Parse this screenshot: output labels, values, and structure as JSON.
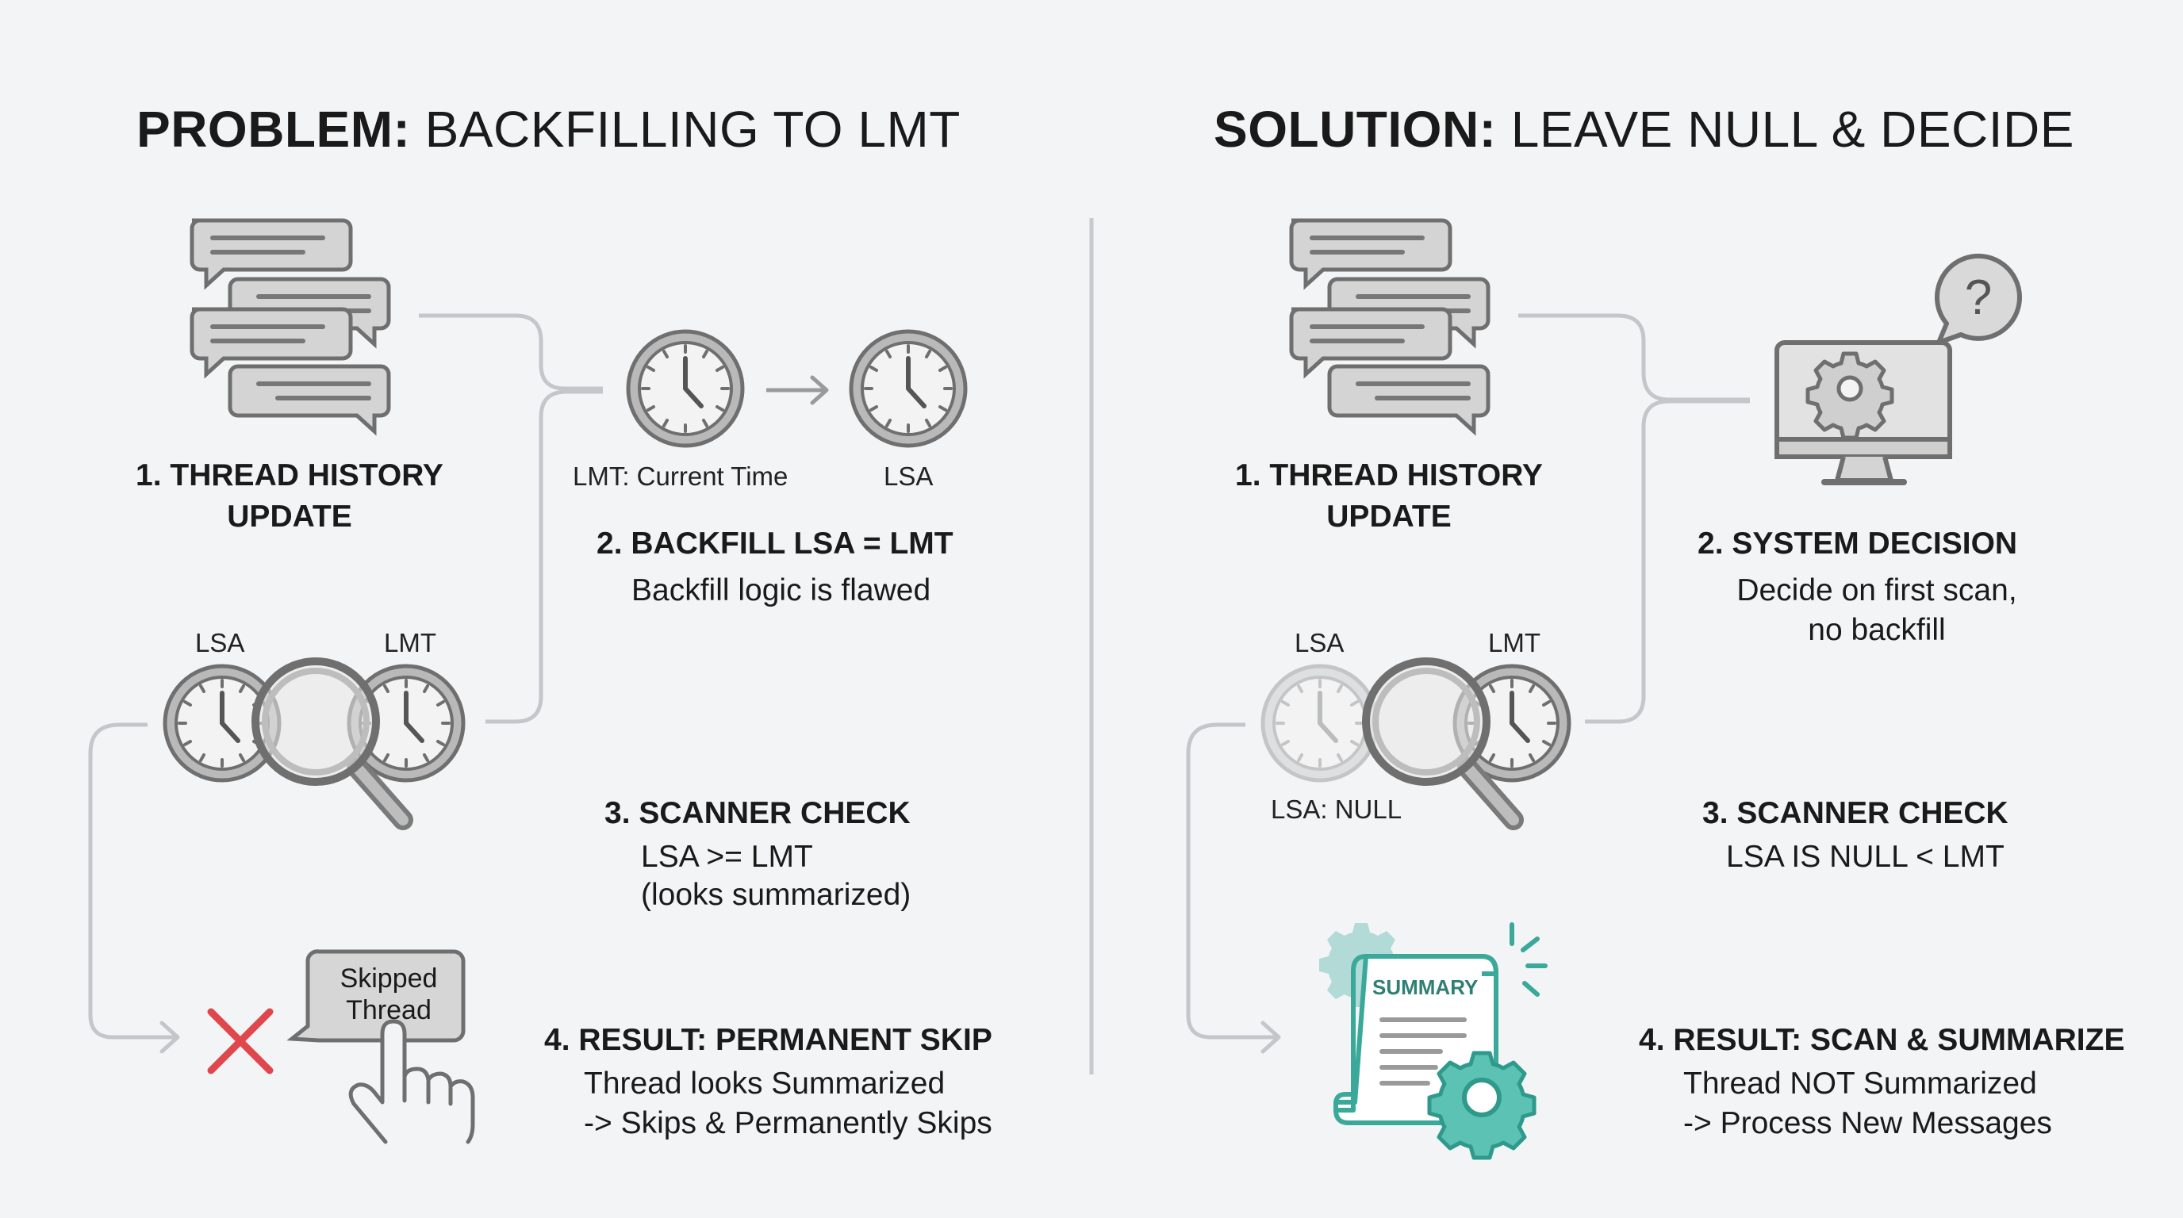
{
  "problem": {
    "title_bold": "PROBLEM:",
    "title_rest": "BACKFILLING TO LMT",
    "step1": {
      "line1": "1. THREAD HISTORY",
      "line2": "UPDATE"
    },
    "clock_labels": {
      "lmt_current": "LMT: Current Time",
      "lsa": "LSA"
    },
    "step2": {
      "title": "2. BACKFILL LSA = LMT",
      "desc": "Backfill logic is flawed"
    },
    "scan_labels": {
      "lsa": "LSA",
      "lmt": "LMT"
    },
    "step3": {
      "title": "3. SCANNER CHECK",
      "line1": "LSA >= LMT",
      "line2": "(looks summarized)"
    },
    "skipped_box": {
      "line1": "Skipped",
      "line2": "Thread"
    },
    "step4": {
      "title": "4. RESULT: PERMANENT SKIP",
      "line1": "Thread looks Summarized",
      "line2": "-> Skips & Permanently Skips"
    }
  },
  "solution": {
    "title_bold": "SOLUTION:",
    "title_rest": "LEAVE NULL & DECIDE",
    "step1": {
      "line1": "1. THREAD HISTORY",
      "line2": "UPDATE"
    },
    "step2": {
      "title": "2. SYSTEM DECISION",
      "line1": "Decide on first scan,",
      "line2": "no backfill"
    },
    "scan_labels": {
      "lsa": "LSA",
      "lmt": "LMT",
      "lsa_null": "LSA: NULL"
    },
    "step3": {
      "title": "3. SCANNER CHECK",
      "line1": "LSA IS NULL < LMT"
    },
    "summary_label": "SUMMARY",
    "step4": {
      "title": "4. RESULT: SCAN & SUMMARIZE",
      "line1": "Thread NOT Summarized",
      "line2": "-> Process New Messages"
    }
  },
  "colors": {
    "teal": "#3aa99a",
    "red": "#e0474c",
    "icon_gray": "#6f6f6f",
    "line_gray": "#c4c6c9"
  }
}
